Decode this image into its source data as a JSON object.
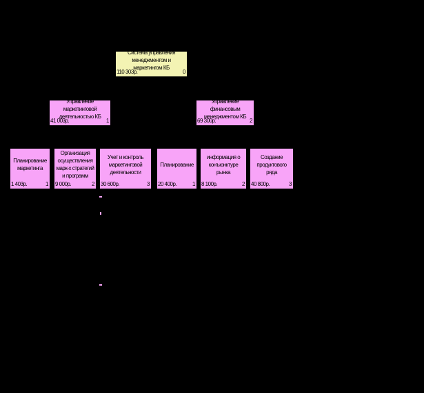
{
  "colors": {
    "root": "#f3f3b3",
    "node": "#f8a4f8",
    "background": "#000000"
  },
  "nodes": [
    {
      "title": "Система управления менеджментом и маркетингом КБ",
      "cost": "110 303р.",
      "number": "0"
    },
    {
      "title": "Управление маркетинговой деятельностью КБ",
      "cost": "41 003р.",
      "number": "1"
    },
    {
      "title": "Управление финансовым менеджментом КБ",
      "cost": "69 300р.",
      "number": "2"
    },
    {
      "title": "Планирование маркетинга",
      "cost": "1 403р.",
      "number": "1"
    },
    {
      "title": "Организация осуществления марк-х стратегий и программ",
      "cost": "9 000р.",
      "number": "2"
    },
    {
      "title": "Учет и контроль маркетинговой деятельности",
      "cost": "30 600р.",
      "number": "3"
    },
    {
      "title": "Планирование",
      "cost": "20 400р.",
      "number": "1"
    },
    {
      "title": "информация о конъюнктуре рынка",
      "cost": "8 100р.",
      "number": "2"
    },
    {
      "title": "Создание продуктового ряда",
      "cost": "40 800р.",
      "number": "3"
    }
  ]
}
